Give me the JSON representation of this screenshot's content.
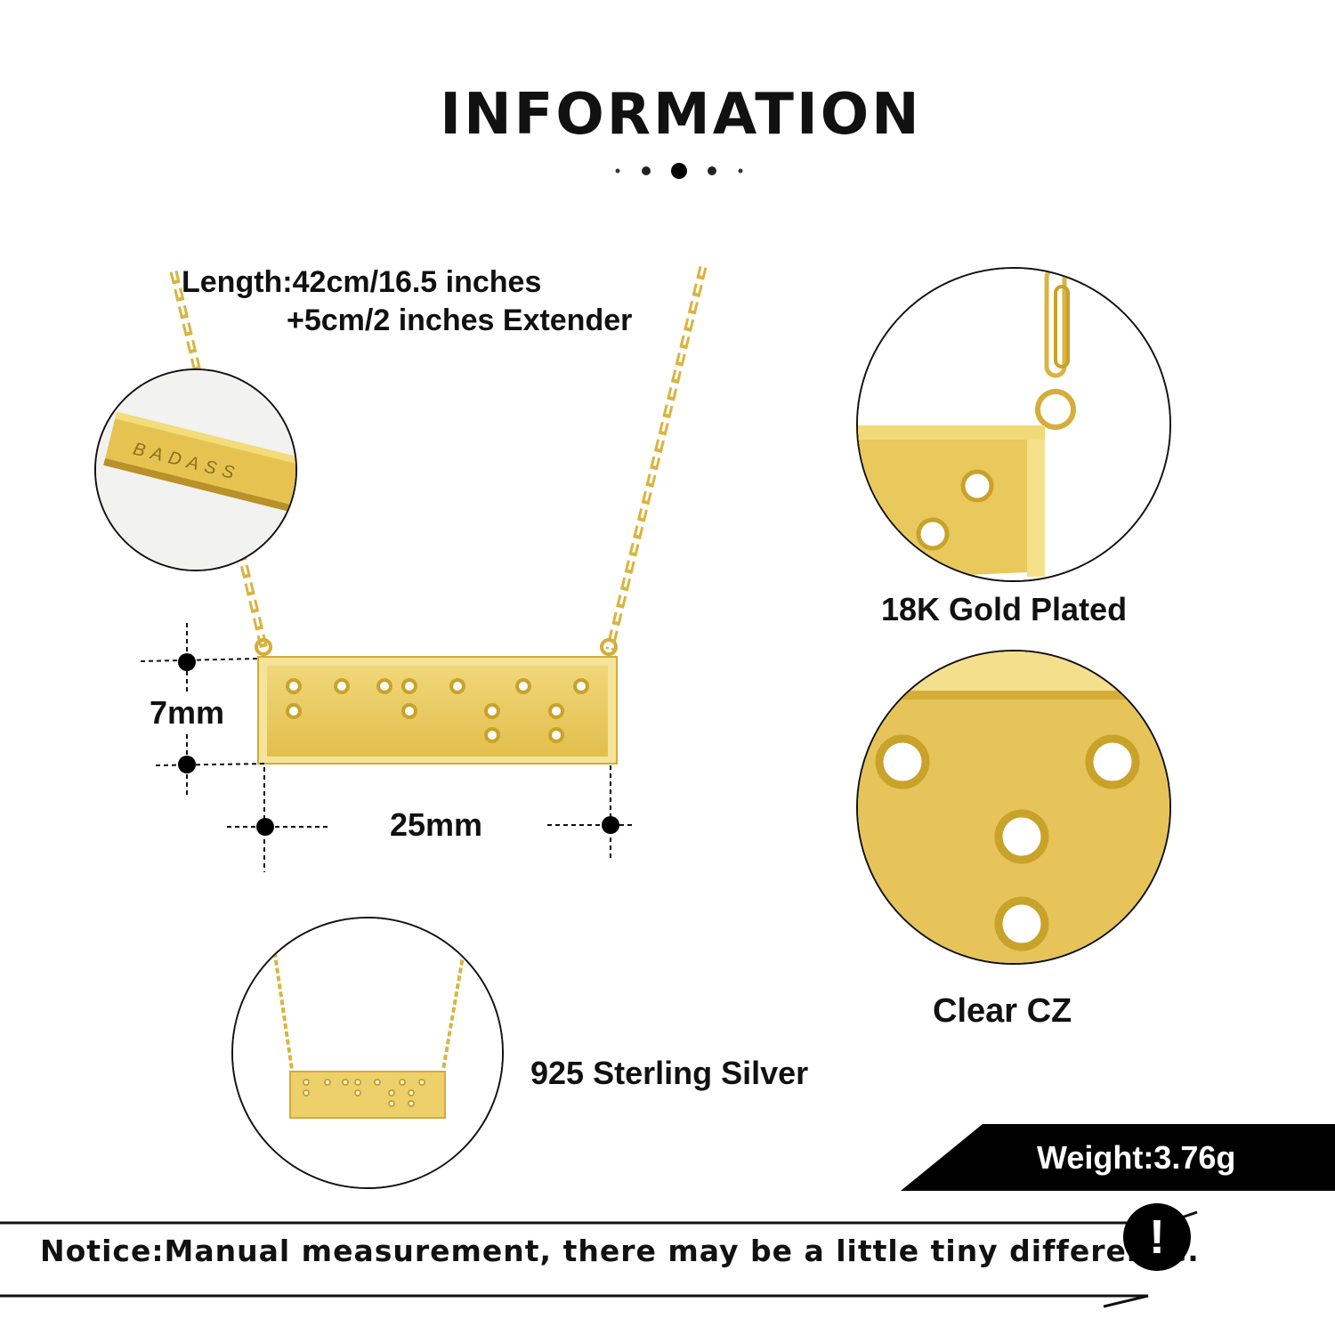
{
  "header": {
    "title": "INFORMATION"
  },
  "length": {
    "line1": "Length:42cm/16.5 inches",
    "line2": "+5cm/2 inches Extender"
  },
  "engraving": {
    "text": "BADASS"
  },
  "dimensions": {
    "height": "7mm",
    "width": "25mm"
  },
  "labels": {
    "plating": "18K Gold Plated",
    "stone": "Clear CZ",
    "material": "925 Sterling Silver"
  },
  "weight": {
    "text": "Weight:3.76g"
  },
  "notice": {
    "text": "Notice:Manual measurement, there may be a little tiny difference.",
    "icon": "!"
  },
  "colors": {
    "gold": "#E8C64E",
    "gold_dark": "#C9A22A",
    "gold_light": "#F3DC7A",
    "black": "#000000"
  },
  "icons": [
    "exclamation-icon",
    "dimension-dot-icon"
  ]
}
